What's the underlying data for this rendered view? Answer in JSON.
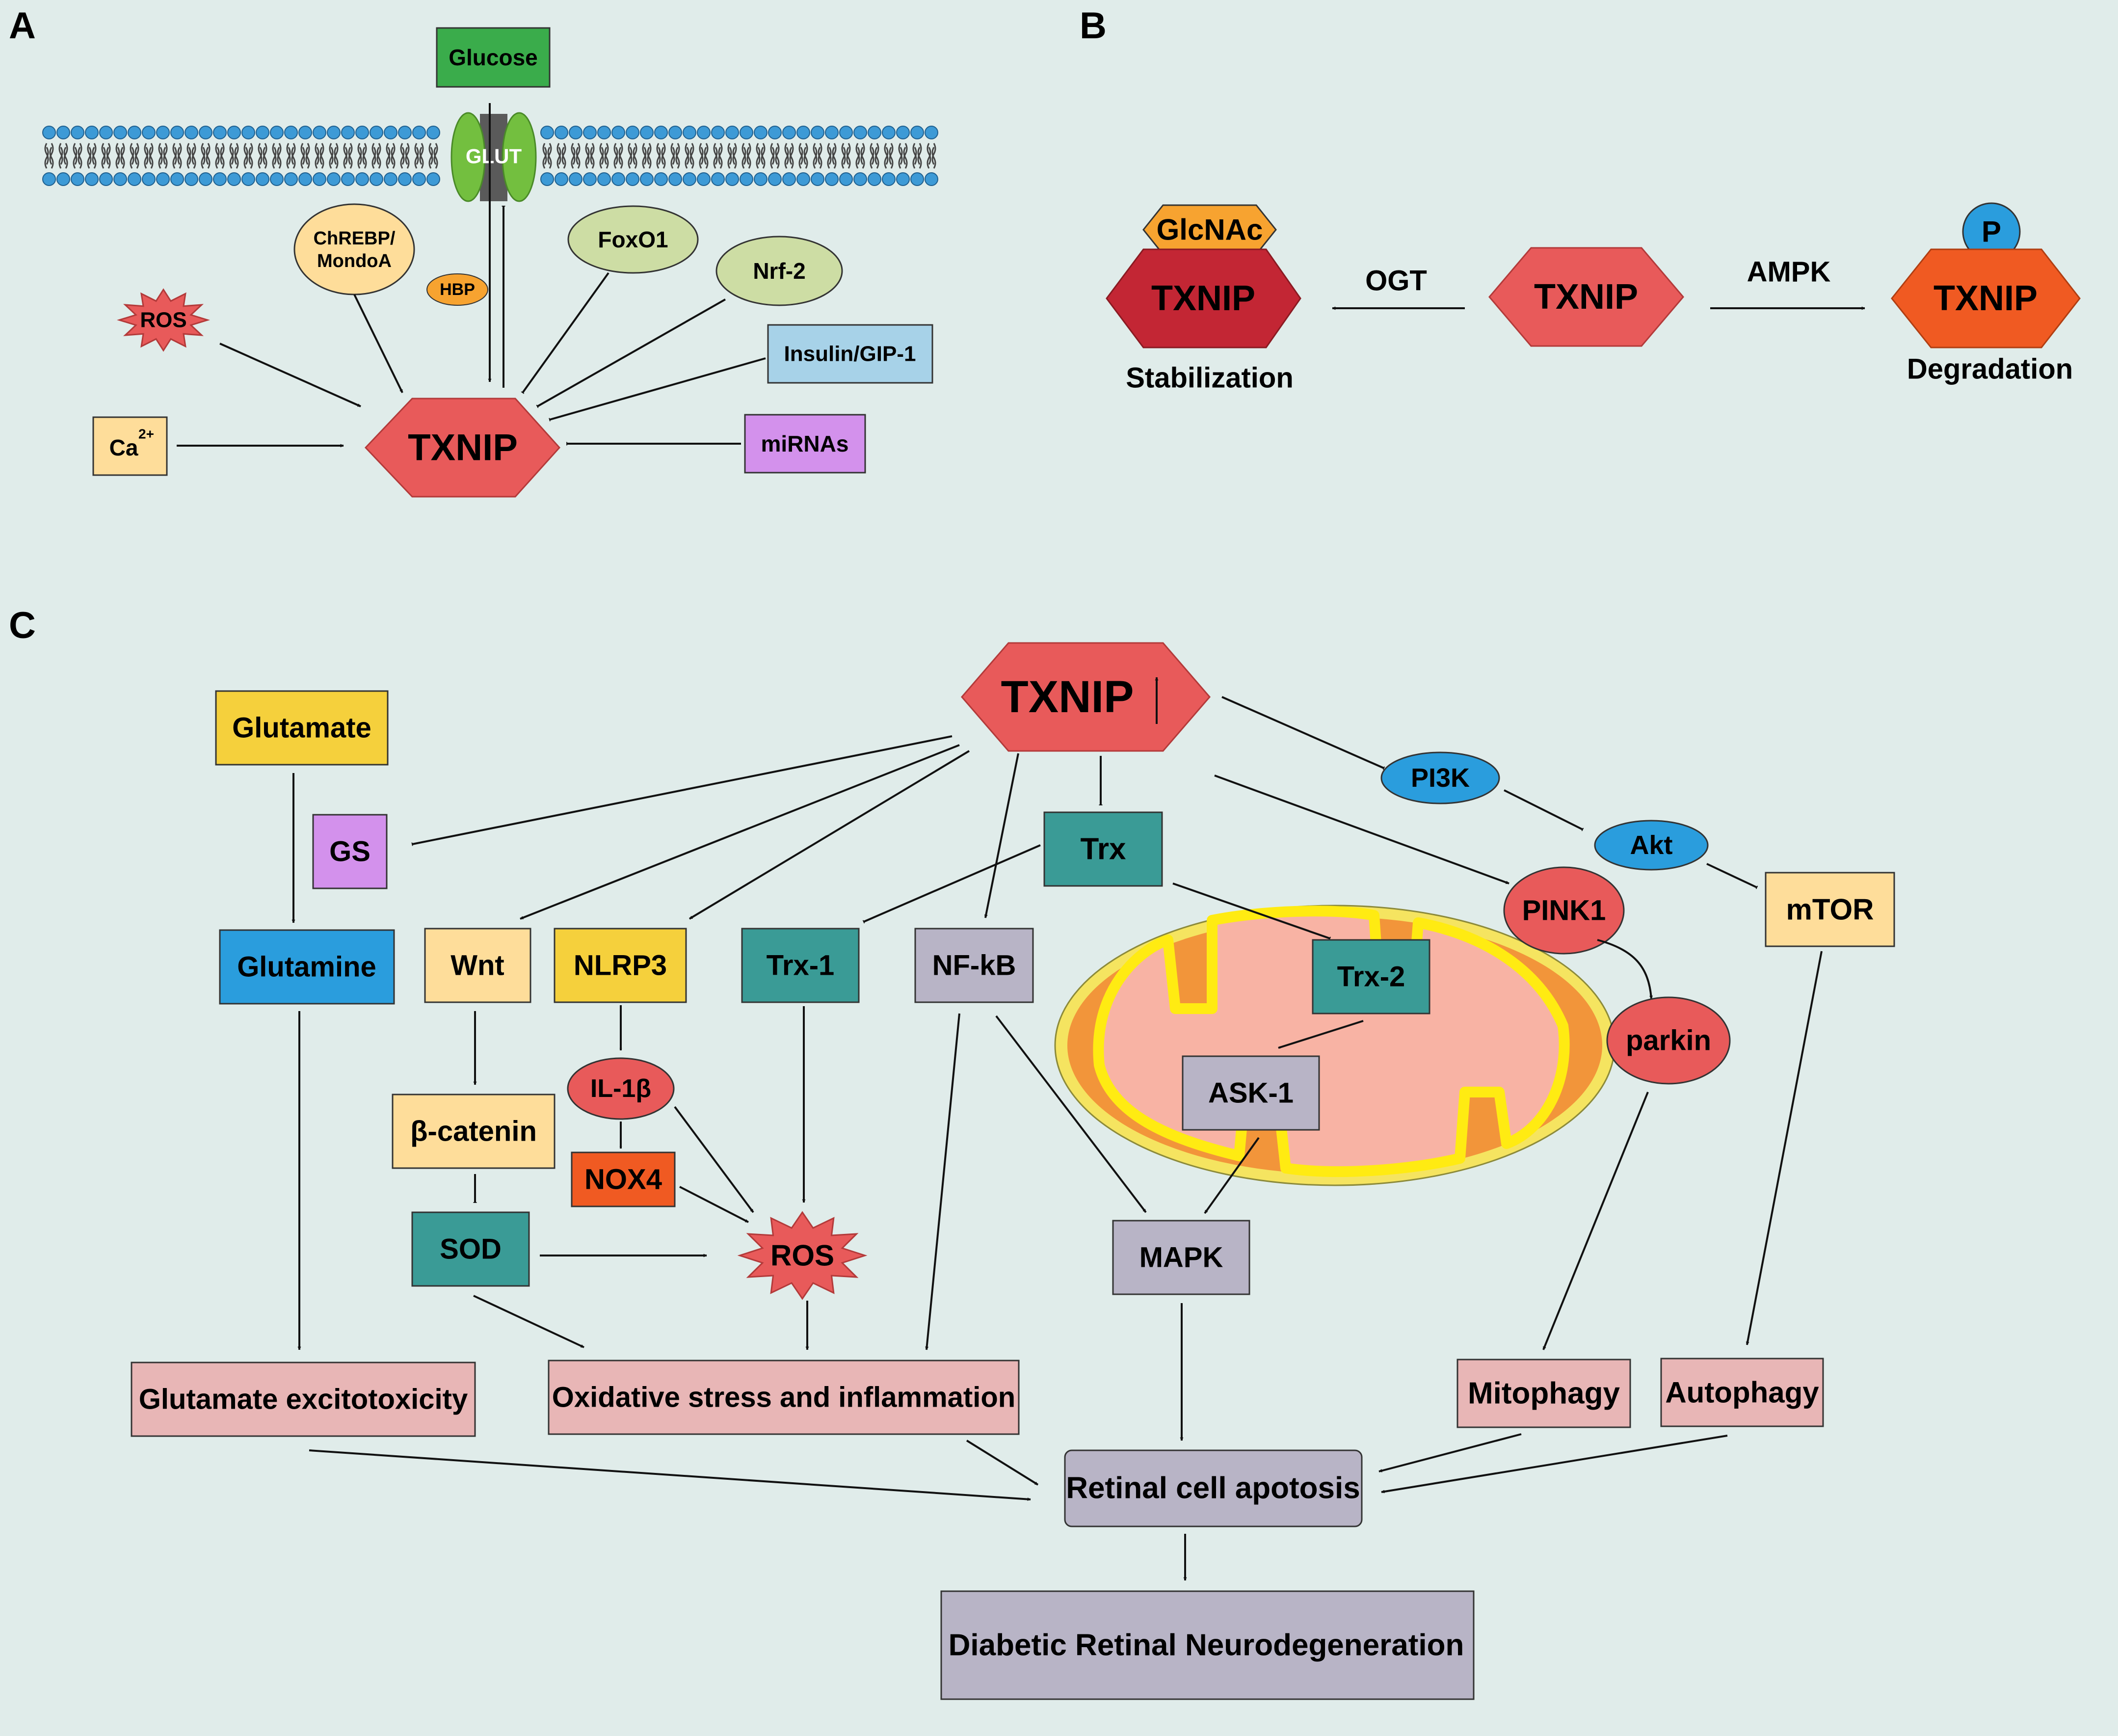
{
  "panels": {
    "a": "A",
    "b": "B",
    "c": "C"
  },
  "panel_a": {
    "glucose": "Glucose",
    "glut": "GLUT",
    "chrebp_line1": "ChREBP/",
    "chrebp_line2": "MondoA",
    "hbp": "HBP",
    "foxo1": "FoxO1",
    "nrf2": "Nrf-2",
    "insulin": "Insulin/GIP-1",
    "ros": "ROS",
    "ca": "Ca",
    "ca_sup": "2+",
    "txnip": "TXNIP",
    "mirnas": "miRNAs"
  },
  "panel_b": {
    "glcnac": "GlcNAc",
    "txnip_left": "TXNIP",
    "ogt": "OGT",
    "txnip_center": "TXNIP",
    "ampk": "AMPK",
    "p": "P",
    "txnip_right": "TXNIP",
    "stabilization": "Stabilization",
    "degradation": "Degradation"
  },
  "panel_c": {
    "txnip": "TXNIP",
    "glutamate": "Glutamate",
    "gs": "GS",
    "glutamine": "Glutamine",
    "wnt": "Wnt",
    "nlrp3": "NLRP3",
    "trx1": "Trx-1",
    "nfkb": "NF-kB",
    "trx": "Trx",
    "trx2": "Trx-2",
    "ask1": "ASK-1",
    "pi3k": "PI3K",
    "akt": "Akt",
    "mtor": "mTOR",
    "pink1": "PINK1",
    "parkin": "parkin",
    "il1b": "IL-1β",
    "nox4": "NOX4",
    "beta_catenin": "β-catenin",
    "sod": "SOD",
    "ros": "ROS",
    "mapk": "MAPK",
    "glutamate_excitotoxicity": "Glutamate excitotoxicity",
    "oxidative_stress": "Oxidative stress and inflammation",
    "mitophagy": "Mitophagy",
    "autophagy": "Autophagy",
    "retinal_apoptosis": "Retinal cell apotosis",
    "diabetic_neuro": "Diabetic Retinal Neurodegeneration"
  },
  "colors": {
    "background": "#e0ecea",
    "txnip_red": "#e85a5a",
    "green_box": "#3aac4b",
    "yellow_box": "#f5d03c",
    "light_yellow": "#fedd9a",
    "teal_box": "#3a9b96",
    "lavender_box": "#b8b4c6",
    "pink_box": "#e8b6b6",
    "purple_box": "#d391ec",
    "blue_box": "#2a9ddd",
    "orange_red": "#f05a22",
    "ellipse_green": "#cddda4",
    "light_blue": "#a7d2e8"
  }
}
